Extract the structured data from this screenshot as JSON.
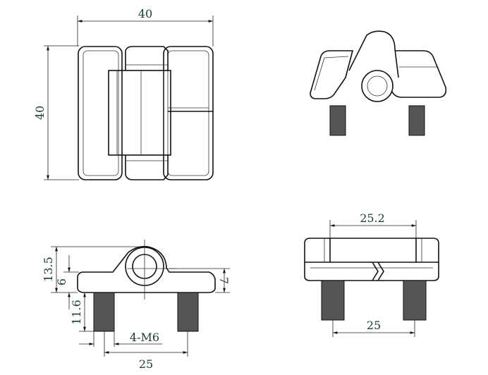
{
  "title": "Hinge technical drawing",
  "views": {
    "top": {
      "width_label": "40",
      "height_label": "40"
    },
    "front": {
      "height_total": "13.5",
      "plate_height": "6",
      "right_height": "7",
      "bolt_length": "11.6",
      "thread_label": "4-M6",
      "bolt_spacing": "25"
    },
    "side": {
      "top_width": "25.2",
      "bolt_spacing": "25"
    }
  },
  "colors": {
    "line": "#111111",
    "dimension_text": "#1c3a3a"
  }
}
